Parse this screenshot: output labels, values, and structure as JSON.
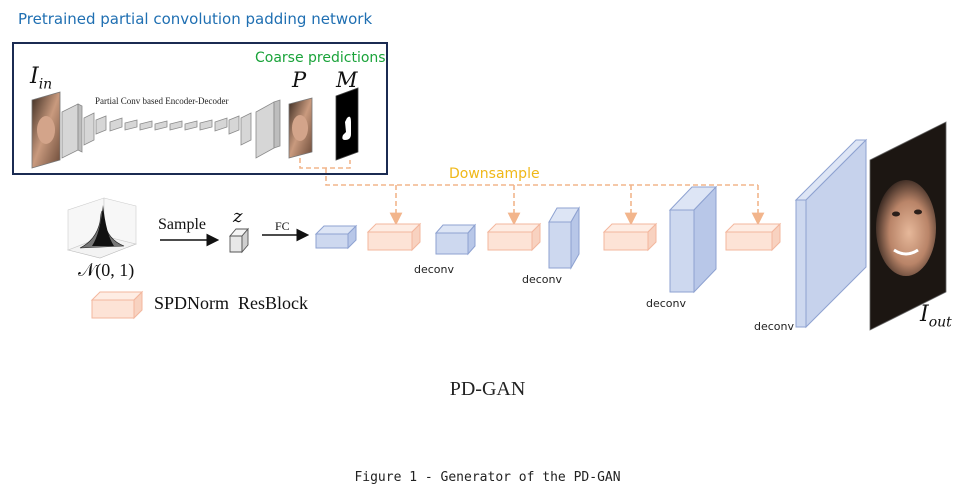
{
  "header": {
    "title": "Pretrained partial convolution padding network"
  },
  "encoder": {
    "input_label_base": "I",
    "input_label_sub": "in",
    "block_label": "Partial Conv based Encoder-Decoder",
    "coarse_label": "Coarse predictions",
    "pred_label": "P",
    "mask_label": "M"
  },
  "generator": {
    "downsample_label": "Downsample",
    "noise_label": "𝒩(0, 1)",
    "sample_label": "Sample",
    "z_label": "z",
    "fc_label": "FC",
    "deconv_labels": [
      "deconv",
      "deconv",
      "deconv",
      "deconv"
    ],
    "legend_label": "SPDNorm  ResBlock",
    "output_label_base": "I",
    "output_label_sub": "out",
    "name": "PD-GAN"
  },
  "caption": "Figure 1 - Generator of the PD-GAN",
  "colors": {
    "title_blue": "#1f6fb2",
    "coarse_green": "#1aa33a",
    "downsample_yellow": "#f0b818",
    "box_border": "#1b2b52",
    "spd_block_fill": "#fde3d6",
    "spd_block_stroke": "#f3b79e",
    "deconv_block_fill": "#cdd8ef",
    "deconv_block_stroke": "#8ea2d1",
    "dashed_orange": "#f2b58c"
  }
}
